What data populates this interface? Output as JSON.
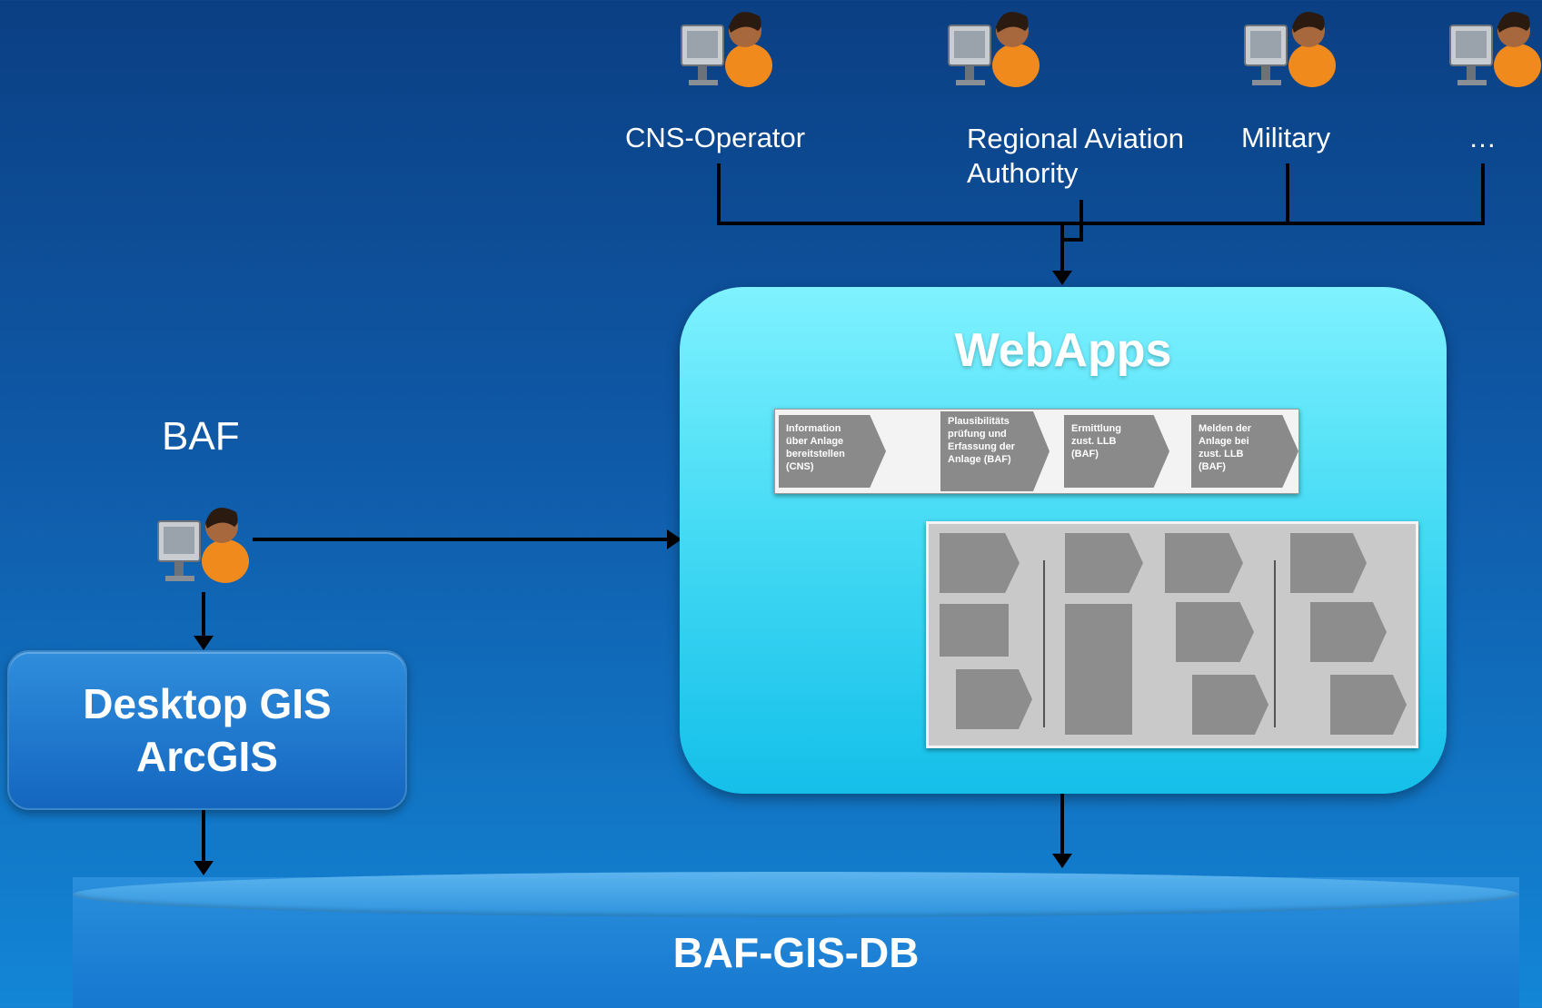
{
  "actors": {
    "cns_operator": "CNS-Operator",
    "regional_aviation_authority": "Regional Aviation Authority",
    "military": "Military",
    "more": "…",
    "baf": "BAF"
  },
  "desktop_gis": {
    "line1": "Desktop GIS",
    "line2": "ArcGIS"
  },
  "webapps": {
    "title": "WebApps",
    "process_steps": [
      "Information über Anlage bereitstellen (CNS)",
      "Plausibilitäts prüfung und Erfassung der Anlage (BAF)",
      "Ermittlung zust. LLB (BAF)",
      "Melden der Anlage bei zust. LLB (BAF)"
    ]
  },
  "database": {
    "title": "BAF-GIS-DB"
  },
  "colors": {
    "background_top": "#0b3f83",
    "background_bottom": "#1386d6",
    "webapps_fill": "#48dcf5",
    "desktop_gis_fill": "#1a72c8",
    "database_fill": "#1677cf",
    "connector": "#000000"
  },
  "icons": {
    "actor_icon": "user-at-computer-icon"
  }
}
